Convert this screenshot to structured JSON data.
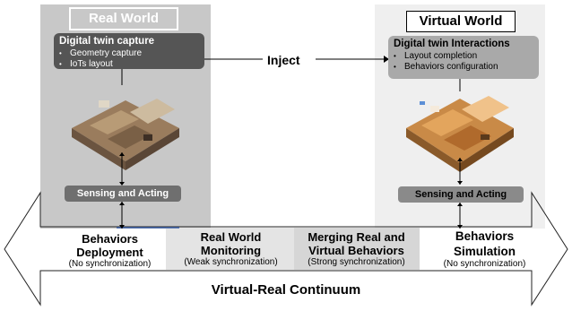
{
  "real_world": {
    "title": "Real World",
    "capture_box": {
      "title": "Digital twin capture",
      "items": [
        "Geometry capture",
        "IoTs layout"
      ]
    },
    "sensing_label": "Sensing and Acting"
  },
  "virtual_world": {
    "title": "Virtual World",
    "interactions_box": {
      "title": "Digital twin Interactions",
      "items": [
        "Layout completion",
        "Behaviors configuration"
      ]
    },
    "sensing_label": "Sensing and Acting"
  },
  "inject_label": "Inject",
  "continuum": {
    "label": "Virtual-Real Continuum",
    "segments": [
      {
        "title_line1": "Behaviors",
        "title_line2": "Deployment",
        "subtitle": "(No synchronization)"
      },
      {
        "title_line1": "Real World",
        "title_line2": "Monitoring",
        "subtitle": "(Weak synchronization)"
      },
      {
        "title_line1": "Merging Real and",
        "title_line2": "Virtual Behaviors",
        "subtitle": "(Strong synchronization)"
      },
      {
        "title_line1": "Behaviors",
        "title_line2": "Simulation",
        "subtitle": "(No synchronization)"
      }
    ]
  },
  "colors": {
    "real_panel": "#c8c8c8",
    "virtual_panel": "#efefef",
    "real_box": "#555555",
    "virtual_box": "#a9a9a9"
  }
}
